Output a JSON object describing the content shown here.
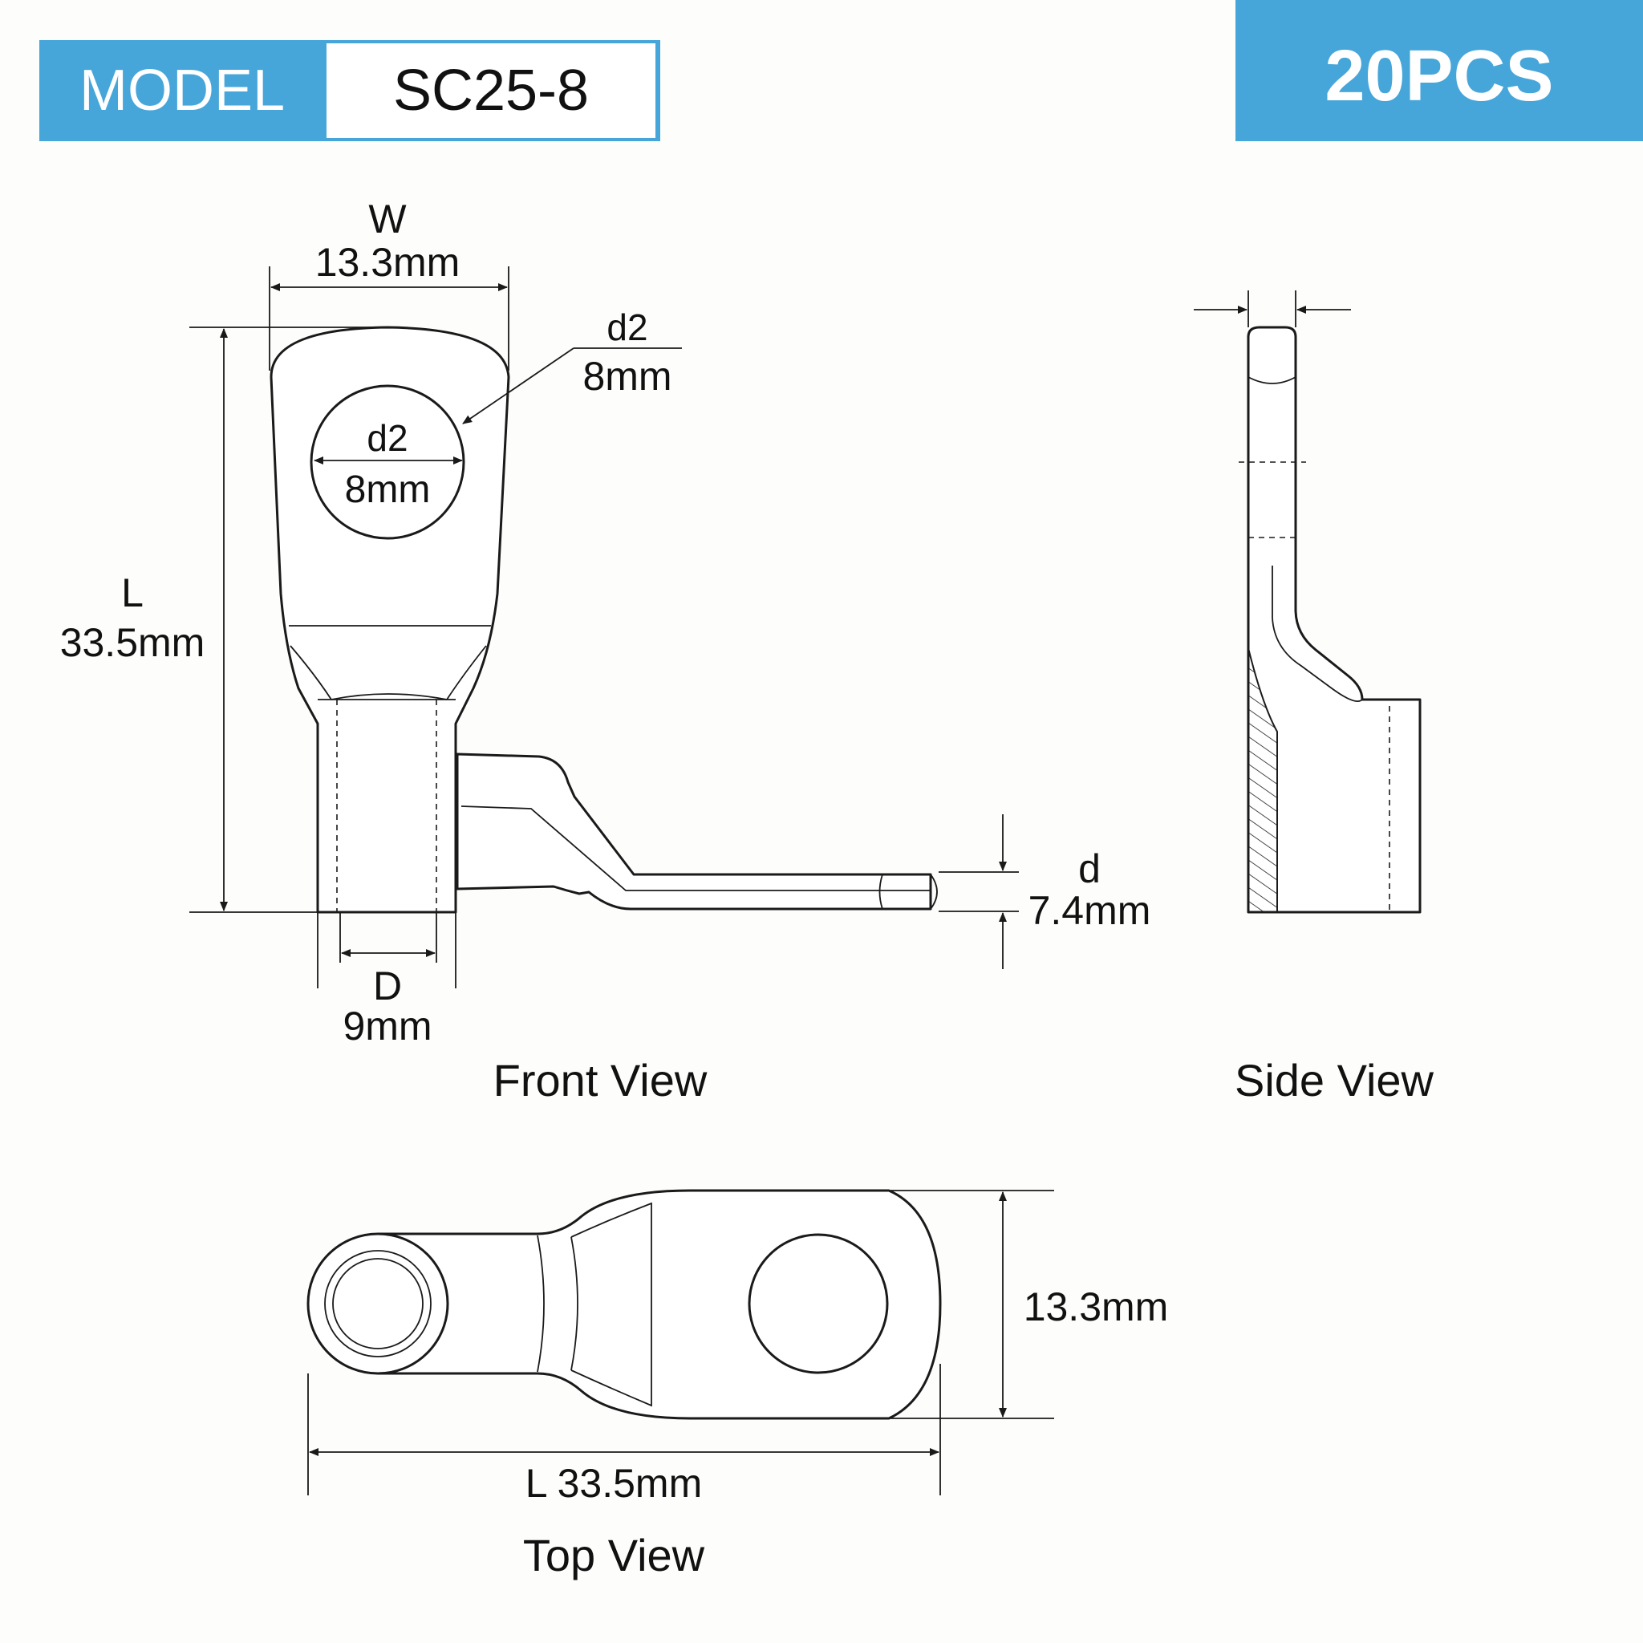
{
  "header": {
    "model_label": "MODEL",
    "model_value": "SC25-8",
    "quantity": "20PCS"
  },
  "front_view": {
    "title": "Front View",
    "width_symbol": "W",
    "width_value": "13.3mm",
    "hole_callout_symbol": "d2",
    "hole_callout_value": "8mm",
    "hole_inner_symbol": "d2",
    "hole_inner_value": "8mm",
    "length_symbol": "L",
    "length_value": "33.5mm",
    "barrel_symbol": "D",
    "barrel_value": "9mm",
    "thickness_symbol": "d",
    "thickness_value": "7.4mm"
  },
  "side_view": {
    "title": "Side View"
  },
  "top_view": {
    "title": "Top View",
    "width_value": "13.3mm",
    "length_value": "L 33.5mm"
  },
  "colors": {
    "accent": "#47a6d9",
    "line": "#1a1a1a",
    "background": "#fdfdfb"
  }
}
